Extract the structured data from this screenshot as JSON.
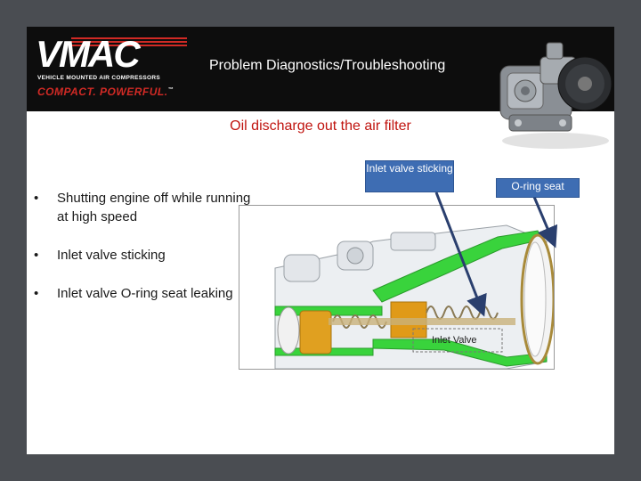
{
  "logo": {
    "brand": "VMAC",
    "sub": "VEHICLE MOUNTED AIR COMPRESSORS",
    "tagline": "COMPACT. POWERFUL.",
    "tm": "™"
  },
  "header": {
    "title": "Problem Diagnostics/Troubleshooting"
  },
  "subtitle": "Oil discharge out the air filter",
  "bullets": [
    {
      "marker": "•",
      "text": "Shutting engine off while running at high speed"
    },
    {
      "marker": "•",
      "text": "Inlet valve sticking"
    },
    {
      "marker": "•",
      "text": "Inlet valve O-ring seat leaking"
    }
  ],
  "callouts": {
    "inlet_valve_sticking": "Inlet valve sticking",
    "oring_seat": "O-ring seat"
  },
  "diagram": {
    "inlet_valve_label": "Inlet Valve"
  },
  "colors": {
    "header_bg": "#0d0d0d",
    "accent_red": "#c0140f",
    "callout_blue": "#3e6db3",
    "seal_green": "#39d33c",
    "valve_orange": "#e0a020"
  }
}
